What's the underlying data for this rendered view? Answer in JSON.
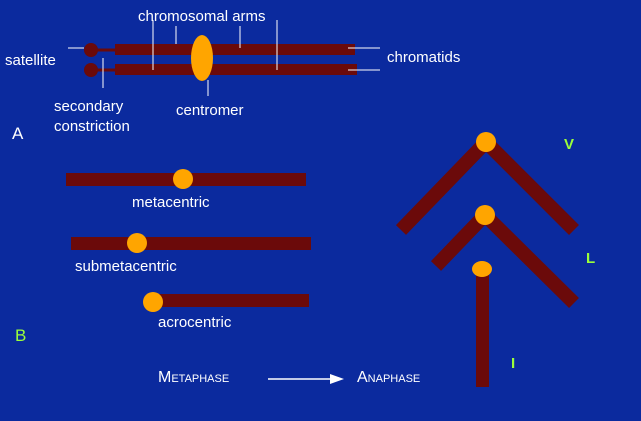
{
  "colors": {
    "background": "#0b2a9e",
    "chromosome": "#6b0a0a",
    "centromere": "#ffa500",
    "label": "#ffffff",
    "anaphase_label": "#9bff3a"
  },
  "labels": {
    "chromosomal_arms": "chromosomal arms",
    "satellite": "satellite",
    "chromatids": "chromatids",
    "secondary_constriction": [
      "secondary",
      "constriction"
    ],
    "centromer": "centromer",
    "section_a": "A",
    "section_b": "B",
    "metacentric": "metacentric",
    "submetacentric": "submetacentric",
    "acrocentric": "acrocentric",
    "metaphase": "Metaphase",
    "anaphase": "Anaphase",
    "shape_v": "V",
    "shape_l": "L",
    "shape_i": "I"
  }
}
